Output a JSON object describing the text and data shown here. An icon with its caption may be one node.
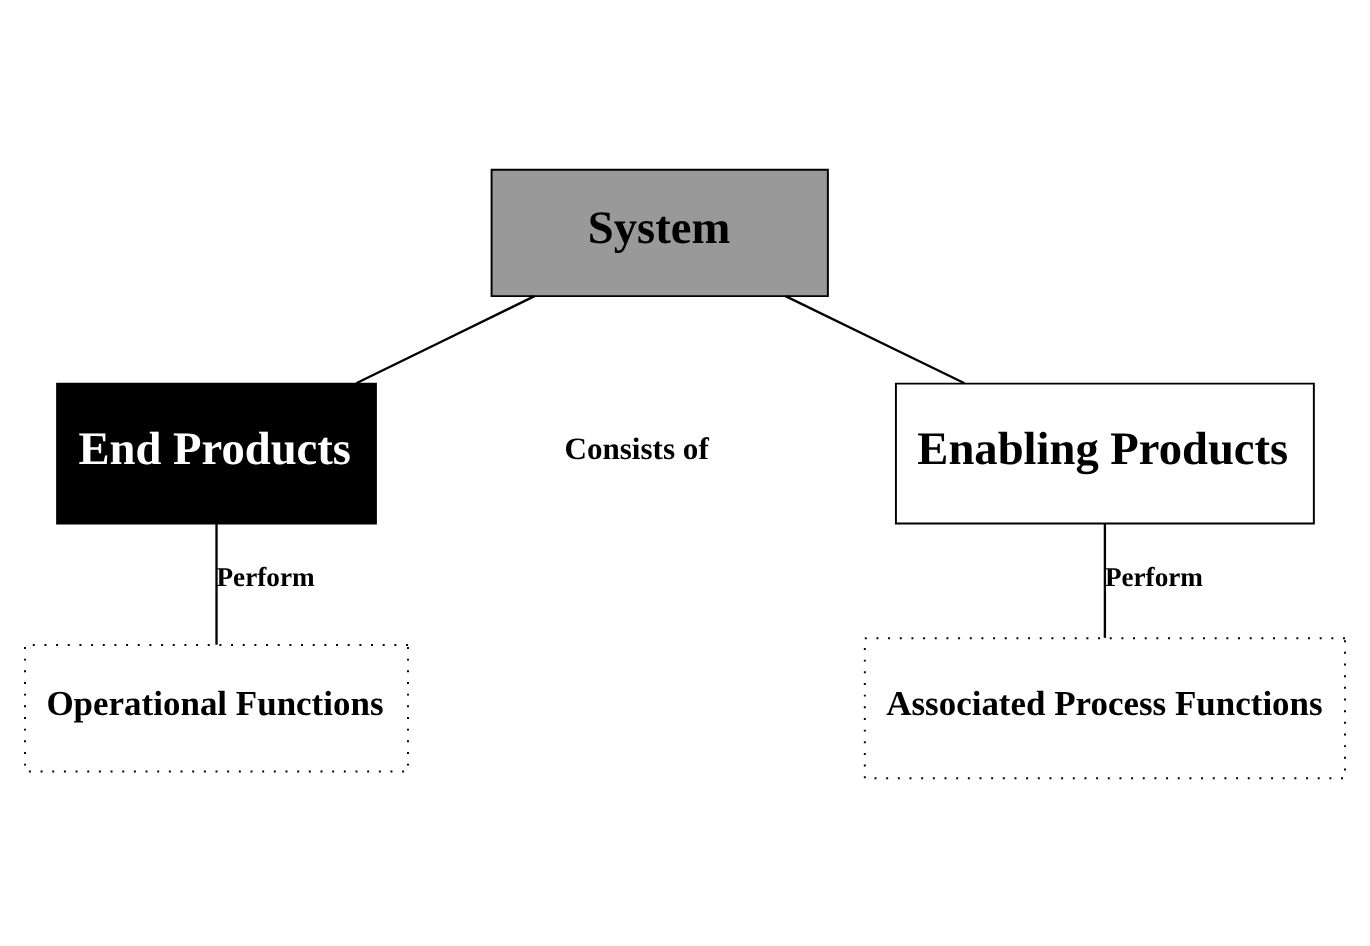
{
  "diagram": {
    "nodes": [
      {
        "text": [
          "System"
        ]
      },
      {
        "text": [
          "End Products"
        ]
      },
      {
        "text": [
          "Enabling Products"
        ]
      },
      {
        "text": [
          "Operational Functions"
        ]
      },
      {
        "text": [
          "Associated Process Functions"
        ]
      }
    ],
    "edges": [
      {
        "from": 0,
        "to": 1,
        "arrow": "none"
      },
      {
        "from": 0,
        "to": 2,
        "arrow": "none"
      },
      {
        "from": 1,
        "to": 3,
        "arrow": "none",
        "label": "Perform"
      },
      {
        "from": 2,
        "to": 4,
        "arrow": "none",
        "label": "Perform"
      }
    ],
    "labels": [
      "Consists of"
    ]
  }
}
